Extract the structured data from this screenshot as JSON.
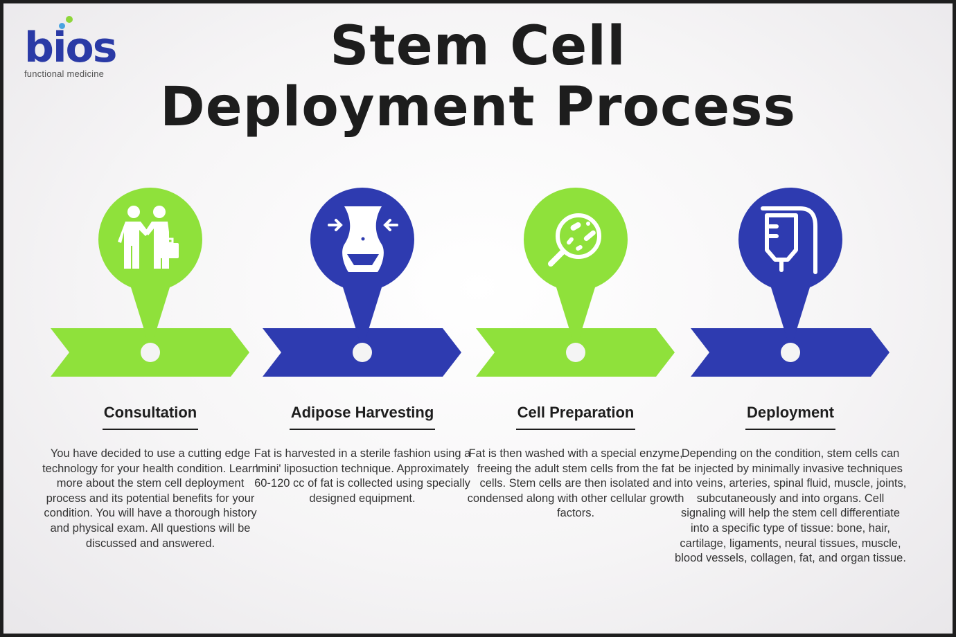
{
  "logo": {
    "name": "bios",
    "tagline": "functional medicine"
  },
  "title": {
    "line1": "Stem Cell",
    "line2": "Deployment Process"
  },
  "colors": {
    "green": "#8fe13b",
    "blue": "#2e3bb0",
    "text": "#1d1d1d"
  },
  "steps": [
    {
      "title": "Consultation",
      "icon": "handshake-icon",
      "color": "green",
      "description": "You have decided to use a cutting edge technology for your health condition. Learn more about the stem cell deployment process and its potential benefits for your condition. You will have a thorough history and physical exam. All questions will be discussed and answered."
    },
    {
      "title": "Adipose Harvesting",
      "icon": "waist-liposuction-icon",
      "color": "blue",
      "description": "Fat is harvested in a sterile fashion using a 'mini' liposuction technique. Approximately 60-120 cc of fat is collected using specially designed equipment."
    },
    {
      "title": "Cell Preparation",
      "icon": "cell-magnifier-icon",
      "color": "green",
      "description": "Fat is then washed with a special enzyme, freeing the adult stem cells from the fat cells. Stem cells are then isolated and condensed along with other cellular growth factors."
    },
    {
      "title": "Deployment",
      "icon": "iv-bag-icon",
      "color": "blue",
      "description": "Depending on the condition, stem cells can be injected by minimally invasive techniques into veins, arteries, spinal fluid, muscle, joints, subcutaneously and into organs. Cell signaling will help the stem cell differentiate into a specific type of tissue: bone, hair, cartilage, ligaments, neural tissues, muscle, blood vessels, collagen, fat, and organ tissue."
    }
  ]
}
